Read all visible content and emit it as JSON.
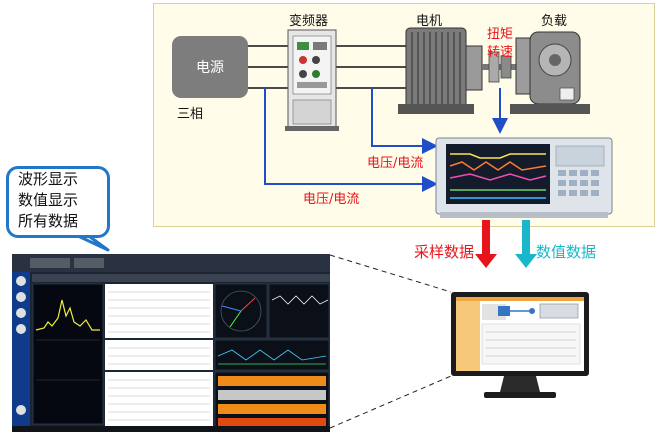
{
  "labels": {
    "inverter": "变频器",
    "motor": "电机",
    "load": "负载",
    "torque": "扭矩",
    "speed": "转速",
    "power_source": "电源",
    "three_phase": "三相",
    "voltage_current_1": "电压/电流",
    "voltage_current_2": "电压/电流",
    "sampling_data": "采样数据",
    "numeric_data": "数值数据"
  },
  "callout": {
    "line1": "波形显示",
    "line2": "数值显示",
    "line3": "所有数据"
  },
  "colors": {
    "panel_bg": "#fffde9",
    "signal_blue": "#1f4ec8",
    "arrow_red": "#e8141b",
    "arrow_cyan": "#19b7c9",
    "callout_border": "#2377c8",
    "power_box": "#7d7d7d"
  }
}
